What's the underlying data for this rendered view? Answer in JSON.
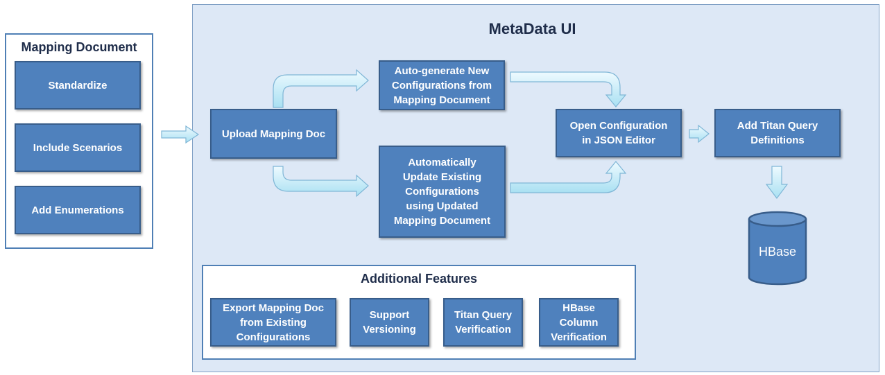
{
  "mapping_document": {
    "title": "Mapping Document",
    "items": [
      "Standardize",
      "Include Scenarios",
      "Add Enumerations"
    ]
  },
  "metadata_ui": {
    "title": "MetaData UI",
    "upload": "Upload Mapping Doc",
    "auto_generate": "Auto-generate New Configurations from Mapping Document",
    "auto_update": "Automatically Update Existing Configurations using Updated Mapping Document",
    "open_config": "Open Configuration in JSON Editor",
    "titan_query": "Add Titan Query Definitions",
    "hbase": "HBase"
  },
  "additional_features": {
    "title": "Additional Features",
    "items": [
      "Export Mapping Doc from Existing Configurations",
      "Support Versioning",
      "Titan Query Verification",
      "HBase Column Verification"
    ]
  },
  "colors": {
    "box_fill": "#4f81bd",
    "box_border": "#385d8a",
    "panel_fill": "#dde8f6",
    "arrow_fill": "#cdeef9"
  }
}
